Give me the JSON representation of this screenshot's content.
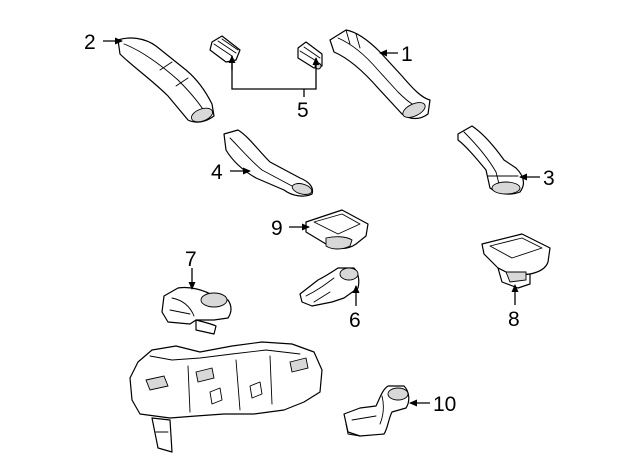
{
  "callouts": [
    {
      "id": "1",
      "label": "1"
    },
    {
      "id": "2",
      "label": "2"
    },
    {
      "id": "3",
      "label": "3"
    },
    {
      "id": "4",
      "label": "4"
    },
    {
      "id": "5",
      "label": "5"
    },
    {
      "id": "6",
      "label": "6"
    },
    {
      "id": "7",
      "label": "7"
    },
    {
      "id": "8",
      "label": "8"
    },
    {
      "id": "9",
      "label": "9"
    },
    {
      "id": "10",
      "label": "10"
    }
  ],
  "colors": {
    "line": "#000000",
    "background": "#ffffff",
    "shade": "#d8d8d8"
  }
}
